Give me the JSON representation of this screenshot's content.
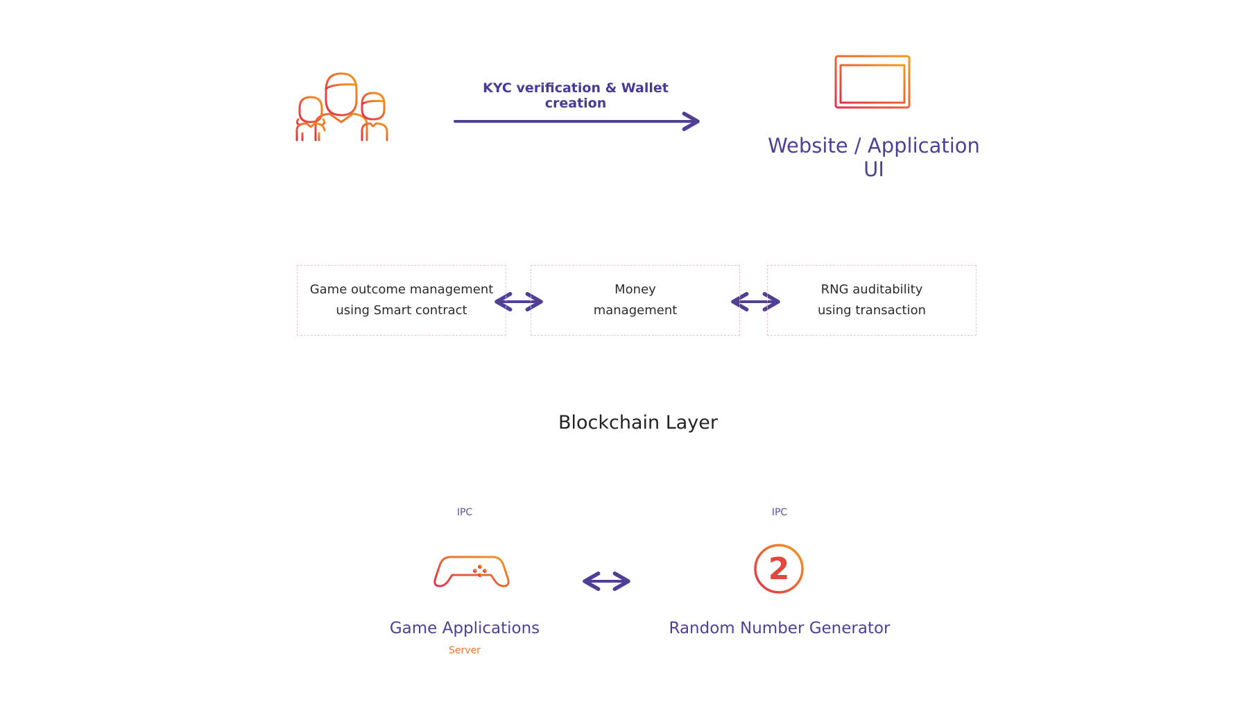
{
  "top": {
    "arrow_label": "KYC verification & Wallet creation",
    "website_label": "Website / Application UI"
  },
  "blockchain": {
    "boxes": [
      {
        "line1": "Game outcome management",
        "line2": "using Smart contract"
      },
      {
        "line1": "Money",
        "line2": "management"
      },
      {
        "line1": "RNG auditability",
        "line2": "using transaction"
      }
    ],
    "layer_label": "Blockchain Layer"
  },
  "bottom": {
    "game": {
      "ipc": "IPC",
      "label": "Game Applications",
      "sublabel": "Server"
    },
    "rng": {
      "ipc": "IPC",
      "label": "Random Number Generator",
      "digit": "2"
    }
  },
  "icons": {
    "users": "users-group-icon",
    "monitor": "desktop-monitor-icon",
    "gamepad": "gamepad-icon",
    "rng": "number-two-circle-icon"
  },
  "colors": {
    "accent_purple": "#4f3f95",
    "gradient_red": "#e2304a",
    "gradient_orange": "#f39a1e",
    "box_border": "#f0c4cc"
  }
}
